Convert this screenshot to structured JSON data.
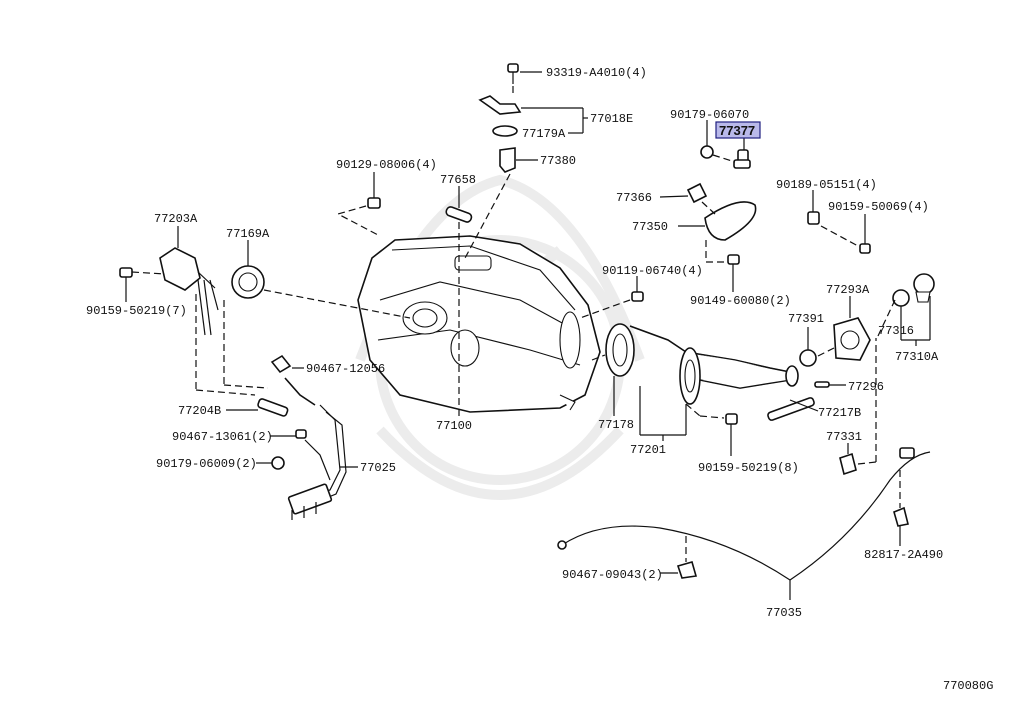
{
  "diagram": {
    "code": "770080G",
    "highlight_color": "#b9b9ea",
    "labels": {
      "l93319": "93319-A4010(4)",
      "l77018e": "77018E",
      "l77179a": "77179A",
      "l77380": "77380",
      "l90179_06070": "90179-06070",
      "l77377": "77377",
      "l90129": "90129-08006(4)",
      "l77658": "77658",
      "l77366": "77366",
      "l90189": "90189-05151(4)",
      "l90159_50069": "90159-50069(4)",
      "l77203a": "77203A",
      "l77169a": "77169A",
      "l77350": "77350",
      "l90119": "90119-06740(4)",
      "l90149": "90149-60080(2)",
      "l77293a": "77293A",
      "l90159_50219_7": "90159-50219(7)",
      "l77391": "77391",
      "l77316": "77316",
      "l77310a": "77310A",
      "l90467_12056": "90467-12056",
      "l77296": "77296",
      "l77204b": "77204B",
      "l77217b": "77217B",
      "l77178": "77178",
      "l77100": "77100",
      "l90467_13061": "90467-13061(2)",
      "l77201": "77201",
      "l77331": "77331",
      "l90179_06009": "90179-06009(2)",
      "l77025": "77025",
      "l90159_50219_8": "90159-50219(8)",
      "l82817": "82817-2A490",
      "l90467_09043": "90467-09043(2)",
      "l77035": "77035"
    }
  }
}
